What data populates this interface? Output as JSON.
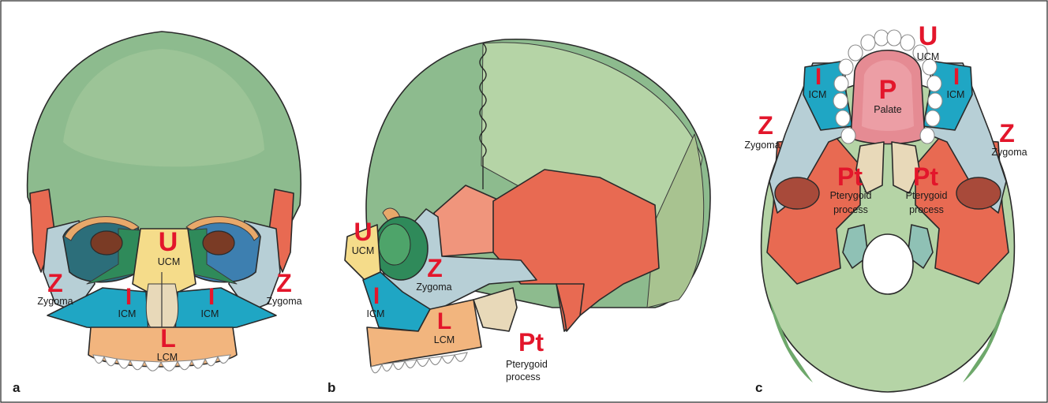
{
  "panels": {
    "a": {
      "letter": "a",
      "labels": {
        "U": "U",
        "UCM": "UCM",
        "Z_left": "Z",
        "Zygoma_left": "Zygoma",
        "Z_right": "Z",
        "Zygoma_right": "Zygoma",
        "I_left": "I",
        "ICM_left": "ICM",
        "I_right": "I",
        "ICM_right": "ICM",
        "L": "L",
        "LCM": "LCM"
      }
    },
    "b": {
      "letter": "b",
      "labels": {
        "U": "U",
        "UCM": "UCM",
        "Z": "Z",
        "Zygoma": "Zygoma",
        "I": "I",
        "ICM": "ICM",
        "L": "L",
        "LCM": "LCM",
        "Pt": "Pt",
        "Pterygoid": "Pterygoid",
        "process": "process"
      }
    },
    "c": {
      "letter": "c",
      "labels": {
        "U": "U",
        "UCM": "UCM",
        "I_left": "I",
        "ICM_left": "ICM",
        "I_right": "I",
        "ICM_right": "ICM",
        "P": "P",
        "Palate": "Palate",
        "Z_left": "Z",
        "Zygoma_left": "Zygoma",
        "Z_right": "Z",
        "Zygoma_right": "Zygoma",
        "Pt_left": "Pt",
        "Pterygoid_left": "Pterygoid",
        "process_left": "process",
        "Pt_right": "Pt",
        "Pterygoid_right": "Pterygoid",
        "process_right": "process"
      }
    }
  },
  "colors": {
    "cranium": "#8dbb8e",
    "cranium_light": "#b5d4a6",
    "red": "#e86a52",
    "red_light": "#f0957c",
    "cyan": "#1fa6c4",
    "greyblue": "#b7cfd6",
    "yellow": "#f5dc8a",
    "orange": "#f2b57e",
    "dark_green": "#2f8a5a",
    "brown": "#7a3b25",
    "tan": "#e8d9b9",
    "pink": "#e58b93",
    "teal": "#8fc1b5"
  }
}
